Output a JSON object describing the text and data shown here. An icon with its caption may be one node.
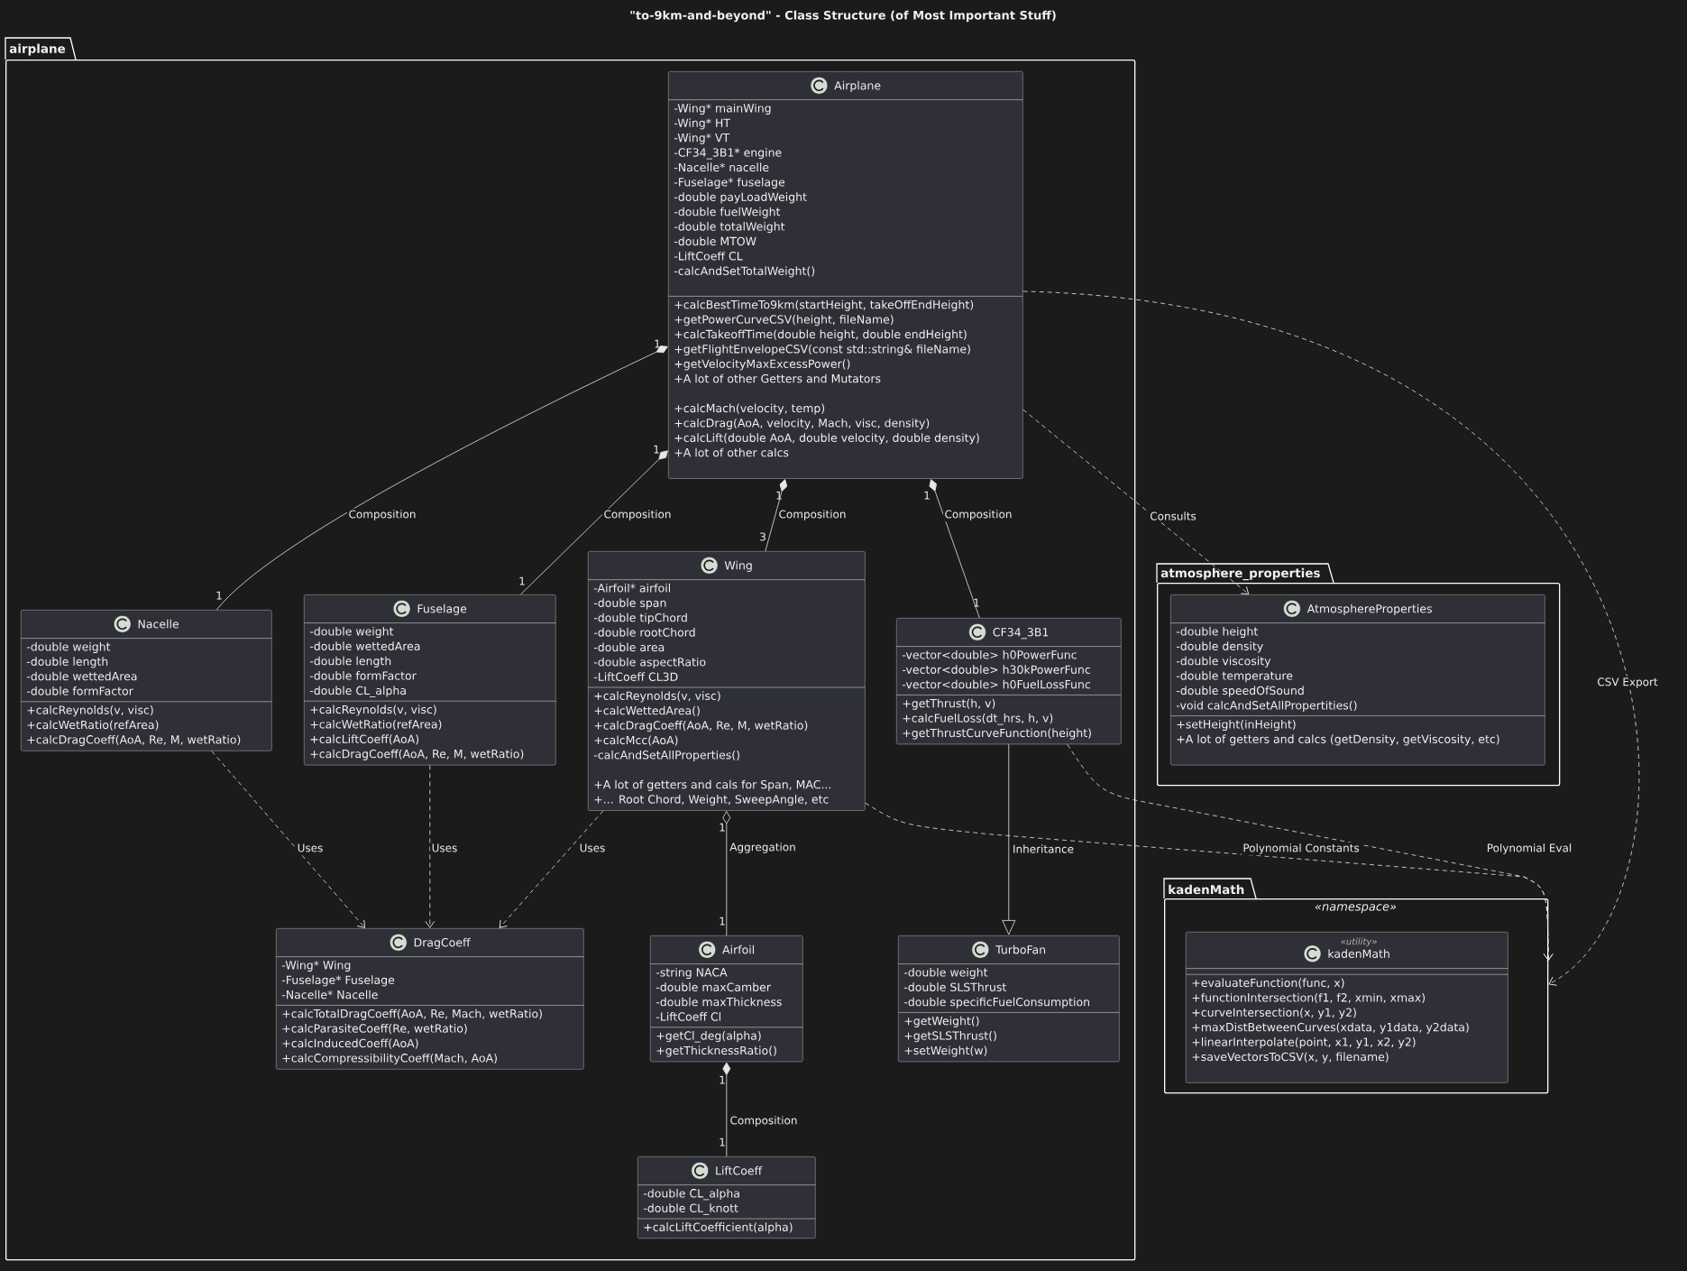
{
  "diagram": {
    "title": "\"to-9km-and-beyond\" - Class Structure (of Most Important Stuff)",
    "nodes": [
      {
        "text": [
          "airplane"
        ]
      },
      {
        "text": [
          "Airplane",
          "-Wing* mainWing",
          "-Wing* HT",
          "-Wing* VT",
          "-CF34_3B1* engine",
          "-Nacelle* nacelle",
          "-Fuselage* fuselage",
          "-double payLoadWeight",
          "-double fuelWeight",
          "-double totalWeight",
          "-double MTOW",
          "-LiftCoeff CL",
          "-calcAndSetTotalWeight()",
          "+calcBestTimeTo9km(startHeight, takeOffEndHeight)",
          "+getPowerCurveCSV(height, fileName)",
          "+calcTakeoffTime(double height, double endHeight)",
          "+getFlightEnvelopeCSV(const std::string& fileName)",
          "+getVelocityMaxExcessPower()",
          "+A lot of other Getters and Mutators",
          "+calcMach(velocity, temp)",
          "+calcDrag(AoA, velocity, Mach, visc, density)",
          "+calcLift(double AoA, double velocity, double density)",
          "+A lot of other calcs"
        ],
        "in": 0
      },
      {
        "text": [
          "Nacelle",
          "-double weight",
          "-double length",
          "-double wettedArea",
          "-double formFactor",
          "+calcReynolds(v, visc)",
          "+calcWetRatio(refArea)",
          "+calcDragCoeff(AoA, Re, M, wetRatio)"
        ],
        "in": 0
      },
      {
        "text": [
          "Fuselage",
          "-double weight",
          "-double wettedArea",
          "-double length",
          "-double formFactor",
          "-double CL_alpha",
          "+calcReynolds(v, visc)",
          "+calcWetRatio(refArea)",
          "+calcLiftCoeff(AoA)",
          "+calcDragCoeff(AoA, Re, M, wetRatio)"
        ],
        "in": 0
      },
      {
        "text": [
          "Wing",
          "-Airfoil* airfoil",
          "-double span",
          "-double tipChord",
          "-double rootChord",
          "-double area",
          "-double aspectRatio",
          "-LiftCoeff CL3D",
          "+calcReynolds(v, visc)",
          "+calcWettedArea()",
          "+calcDragCoeff(AoA, Re, M, wetRatio)",
          "+calcMcc(AoA)",
          "-calcAndSetAllProperties()",
          "+A lot of getters and cals for Span, MAC...",
          "+... Root Chord, Weight, SweepAngle, etc"
        ],
        "in": 0
      },
      {
        "text": [
          "CF34_3B1",
          "-vector<double> h0PowerFunc",
          "-vector<double> h30kPowerFunc",
          "-vector<double> h0FuelLossFunc",
          "+getThrust(h, v)",
          "+calcFuelLoss(dt_hrs, h, v)",
          "+getThrustCurveFunction(height)"
        ],
        "in": 0
      },
      {
        "text": [
          "DragCoeff",
          "-Wing* Wing",
          "-Fuselage* Fuselage",
          "-Nacelle* Nacelle",
          "+calcTotalDragCoeff(AoA, Re, Mach, wetRatio)",
          "+calcParasiteCoeff(Re, wetRatio)",
          "+calcInducedCoeff(AoA)",
          "+calcCompressibilityCoeff(Mach, AoA)"
        ],
        "in": 0
      },
      {
        "text": [
          "Airfoil",
          "-string NACA",
          "-double maxCamber",
          "-double maxThickness",
          "-LiftCoeff Cl",
          "+getCl_deg(alpha)",
          "+getThicknessRatio()"
        ],
        "in": 0
      },
      {
        "text": [
          "TurboFan",
          "-double weight",
          "-double SLSThrust",
          "-double specificFuelConsumption",
          "+getWeight()",
          "+getSLSThrust()",
          "+setWeight(w)"
        ],
        "in": 0
      },
      {
        "text": [
          "LiftCoeff",
          "-double CL_alpha",
          "-double CL_knott",
          "+calcLiftCoefficient(alpha)"
        ],
        "in": 0
      },
      {
        "text": [
          "atmosphere_properties"
        ]
      },
      {
        "text": [
          "AtmosphereProperties",
          "-double height",
          "-double density",
          "-double viscosity",
          "-double temperature",
          "-double speedOfSound",
          "-void calcAndSetAllPropertities()",
          "+setHeight(inHeight)",
          "+A lot of getters and calcs (getDensity, getViscosity, etc)"
        ],
        "in": 10
      },
      {
        "text": [
          "kadenMath",
          "«namespace»"
        ]
      },
      {
        "text": [
          "«utility»",
          "kadenMath",
          "+evaluateFunction(func, x)",
          "+functionIntersection(f1, f2, xmin, xmax)",
          "+curveIntersection(x, y1, y2)",
          "+maxDistBetweenCurves(xdata, y1data, y2data)",
          "+linearInterpolate(point, x1, y1, x2, y2)",
          "+saveVectorsToCSV(x, y, filename)"
        ],
        "in": 12
      }
    ],
    "edges": [
      {
        "from": 1,
        "to": 2,
        "arrow": "other",
        "label": "Composition"
      },
      {
        "from": 1,
        "to": 3,
        "arrow": "other",
        "label": "Composition"
      },
      {
        "from": 1,
        "to": 4,
        "arrow": "other",
        "label": "Composition"
      },
      {
        "from": 1,
        "to": 5,
        "arrow": "other",
        "label": "Composition"
      },
      {
        "from": 1,
        "to": 11,
        "arrow": "to",
        "label": "Consults",
        "style": "dashed"
      },
      {
        "from": 1,
        "to": 12,
        "arrow": "to",
        "label": "CSV Export",
        "style": "dashed"
      },
      {
        "from": 2,
        "to": 6,
        "arrow": "to",
        "label": "Uses",
        "style": "dashed"
      },
      {
        "from": 3,
        "to": 6,
        "arrow": "to",
        "label": "Uses",
        "style": "dashed"
      },
      {
        "from": 4,
        "to": 6,
        "arrow": "to",
        "label": "Uses",
        "style": "dashed"
      },
      {
        "from": 4,
        "to": 7,
        "arrow": "other",
        "label": "Aggregation"
      },
      {
        "from": 4,
        "to": 12,
        "arrow": "to",
        "label": "Polynomial Constants",
        "style": "dashed"
      },
      {
        "from": 5,
        "to": 8,
        "arrow": "to",
        "label": "Inheritance"
      },
      {
        "from": 5,
        "to": 12,
        "arrow": "to",
        "label": "Polynomial Eval",
        "style": "dashed"
      },
      {
        "from": 7,
        "to": 9,
        "arrow": "other",
        "label": "Composition"
      }
    ],
    "labels": [
      "1",
      "1",
      "1",
      "1",
      "3",
      "1",
      "1",
      "1",
      "1",
      "1",
      "1",
      "1"
    ]
  }
}
